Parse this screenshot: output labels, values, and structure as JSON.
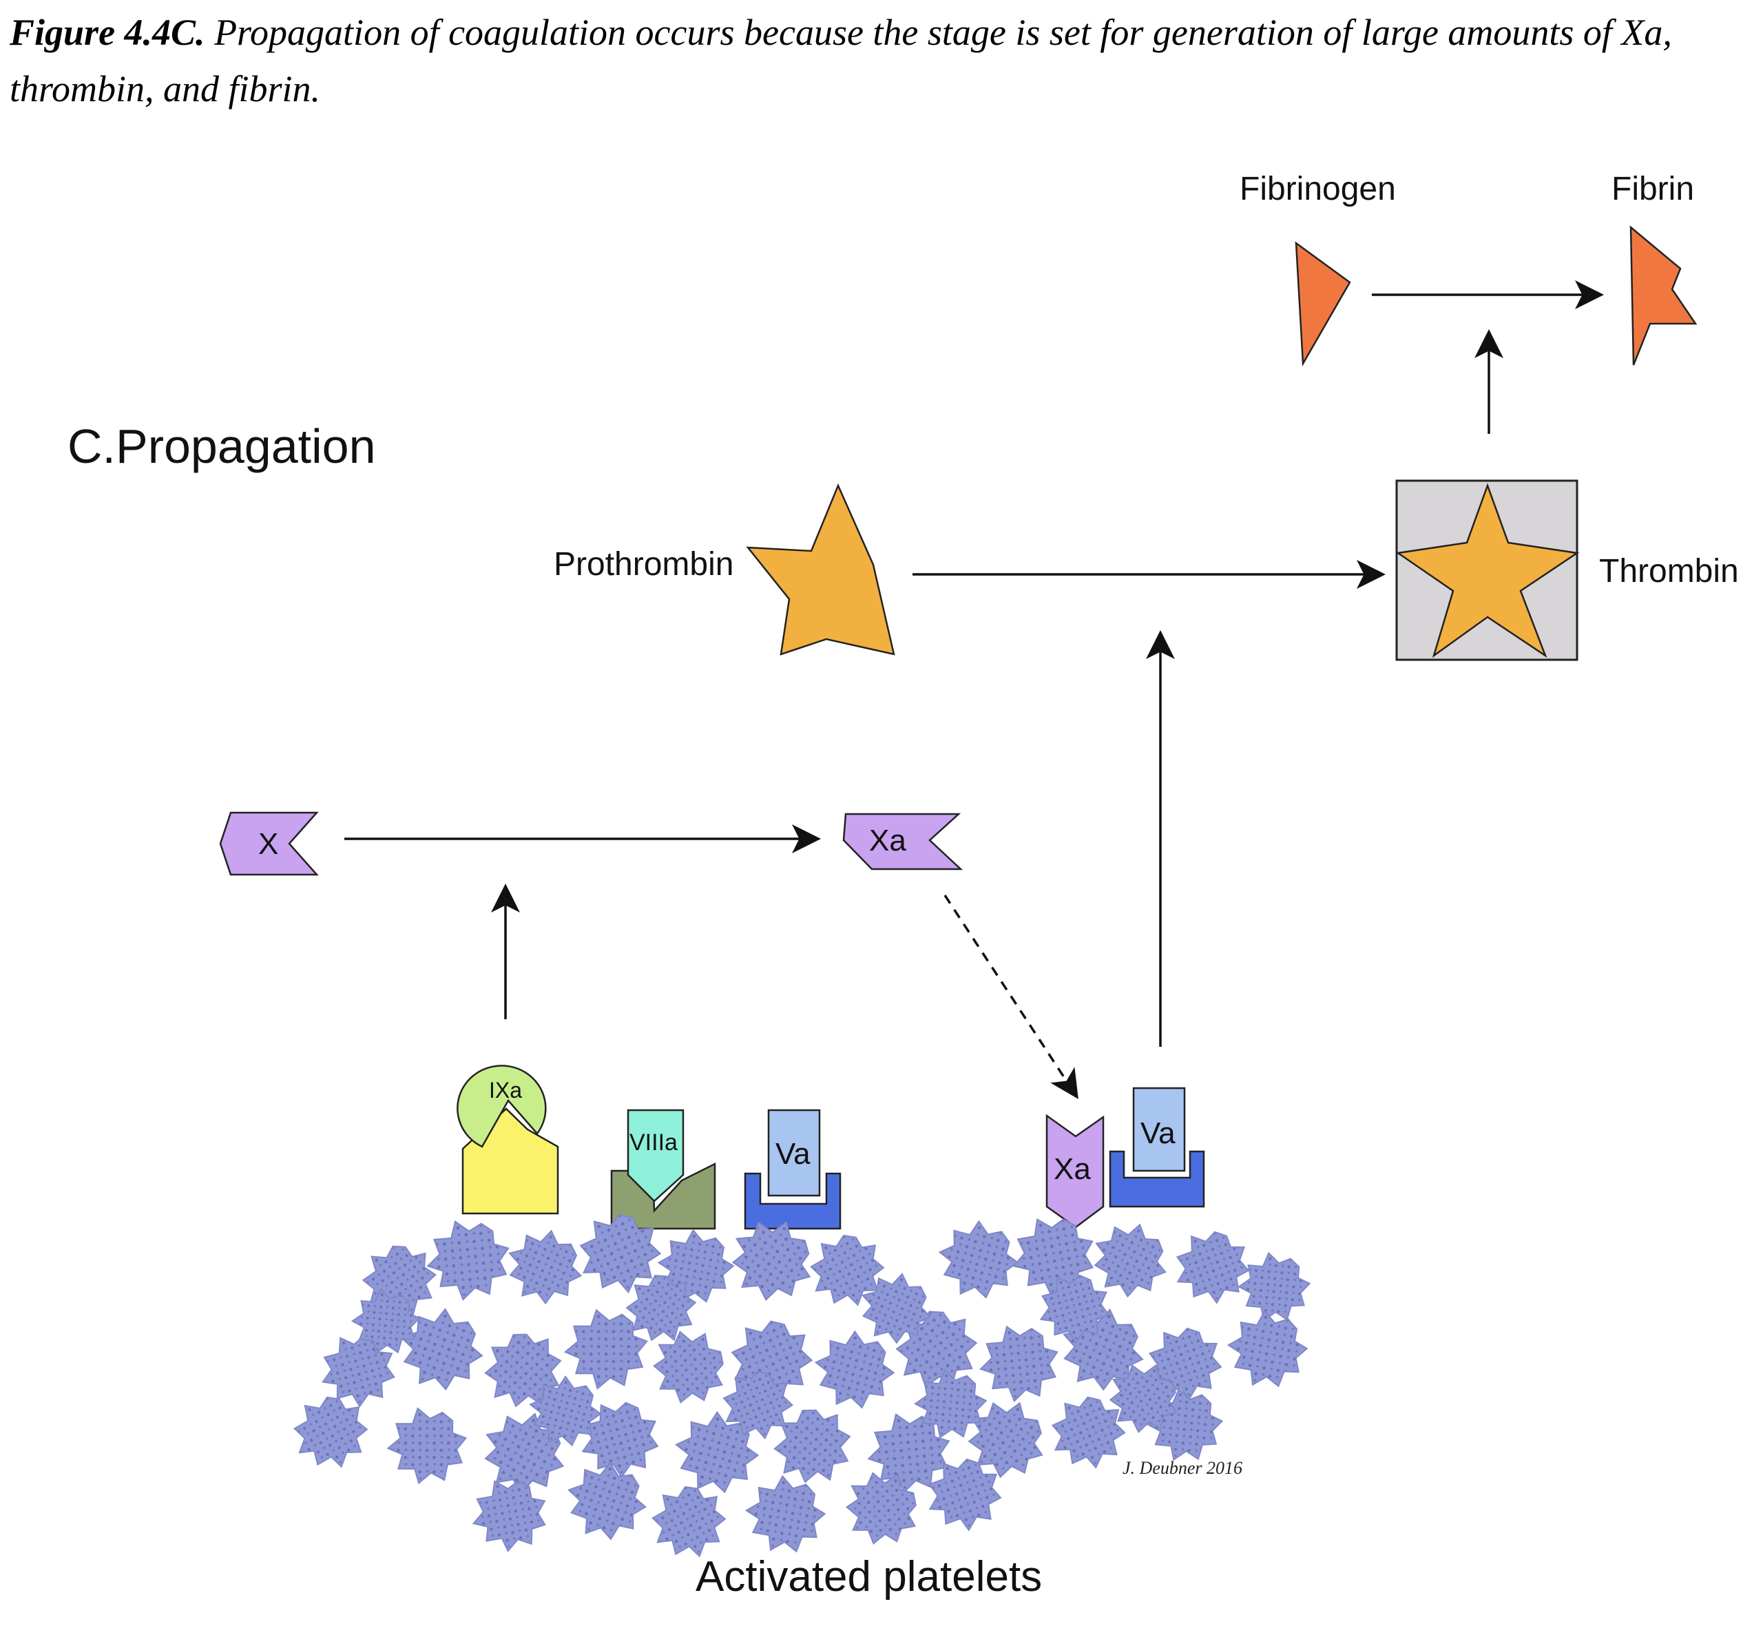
{
  "caption": {
    "bold": "Figure 4.4C.",
    "text": " Propagation of coagulation occurs because the stage is set for generation of large amounts of Xa, thrombin, and fibrin."
  },
  "diagram": {
    "panel_title": "C.Propagation",
    "labels": {
      "fibrinogen": "Fibrinogen",
      "fibrin": "Fibrin",
      "prothrombin": "Prothrombin",
      "thrombin": "Thrombin",
      "x": "X",
      "xa_top": "Xa",
      "ixa": "IXa",
      "viiia": "VIIIa",
      "va_left": "Va",
      "xa_bottom": "Xa",
      "va_right": "Va",
      "platelets": "Activated platelets"
    },
    "signature": "J. Deubner 2016"
  },
  "colors": {
    "orange_fibrin": "#f07840",
    "star_orange": "#f2b040",
    "thrombin_box": "#d8d5d8",
    "purple_factor_x": "#c9a2f0",
    "green_ixa": "#c8ee8c",
    "yellow_receptor": "#fbf26c",
    "teal_viiia": "#8ef0d8",
    "olive_receptor": "#8ea070",
    "va_light_blue": "#a8c4f0",
    "va_dark_blue": "#4a6ee0",
    "platelet_blue": "#8f98d6"
  }
}
